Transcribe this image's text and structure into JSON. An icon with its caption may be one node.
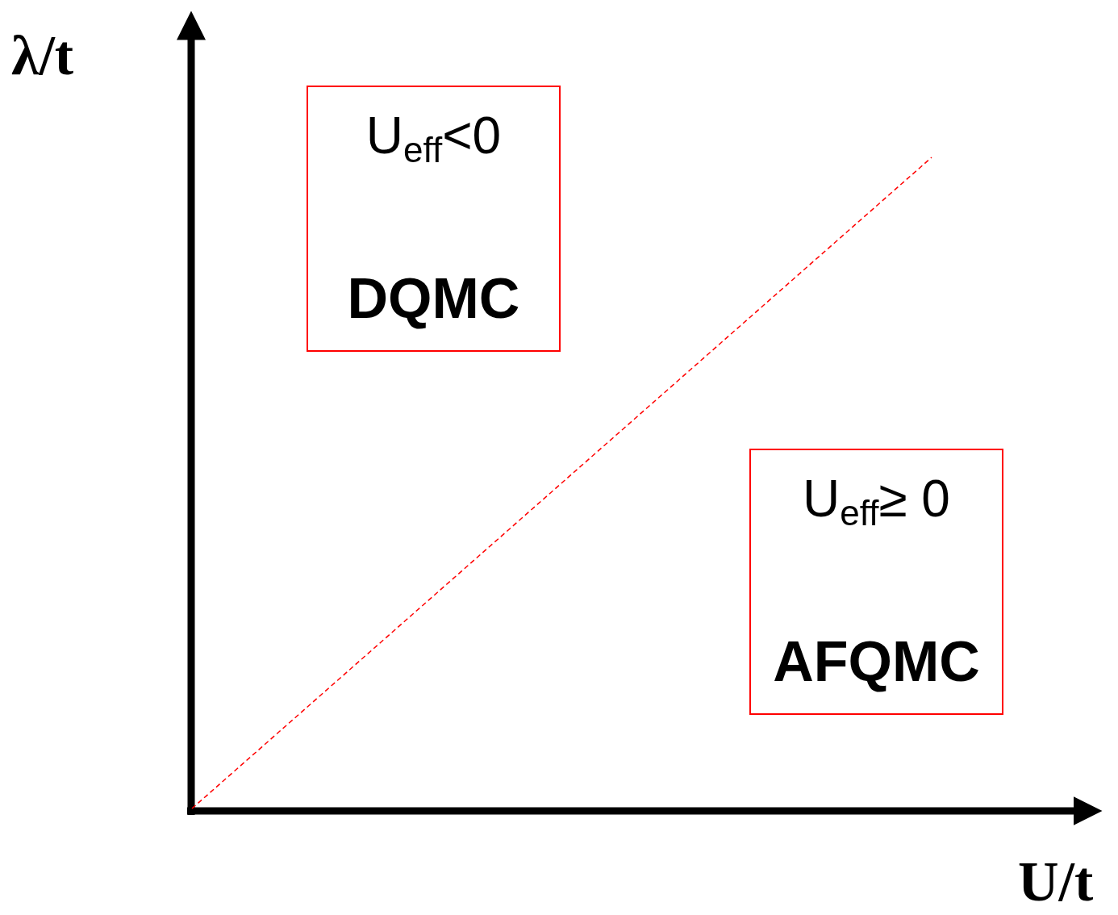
{
  "diagram": {
    "nodes": [
      {
        "text": [
          "U$_{eff}$<0",
          "DQMC"
        ]
      },
      {
        "text": [
          "U$_{eff}$≥ 0",
          "AFQMC"
        ]
      }
    ],
    "labels": [
      "λ/t",
      "U/t"
    ]
  }
}
